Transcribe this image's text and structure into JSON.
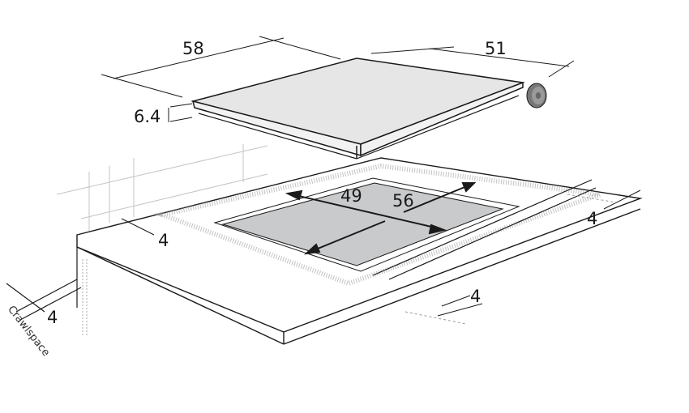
{
  "diagram": {
    "type": "cooktop installation cutout drawing",
    "units": "cm",
    "colors": {
      "line": "#1a1a1a",
      "cooktop_top": "#e6e6e6",
      "cutout_fill": "#c9cacc",
      "knob": "#8a8a8a",
      "wall_lines": "#bdbdbd"
    },
    "dimensions": {
      "cooktop_width": "58",
      "cooktop_depth": "51",
      "cooktop_height": "6.4",
      "cutout_width": "56",
      "cutout_depth": "49",
      "back_clearance": "4",
      "left_clearance": "4",
      "front_clearance": "4",
      "crawlspace_clearance": "4"
    },
    "labels": {
      "crawlspace": "Crawlspace"
    }
  }
}
